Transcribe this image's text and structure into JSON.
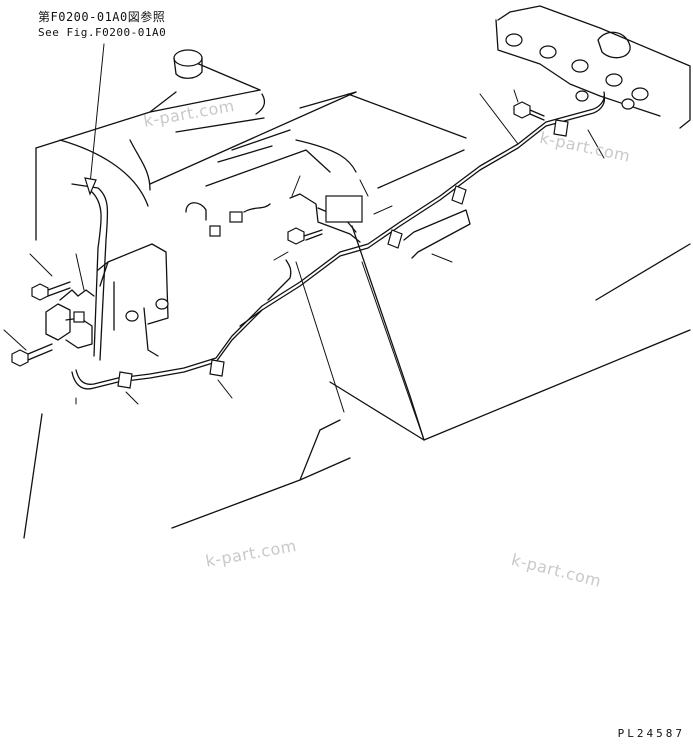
{
  "reference": {
    "japanese": "第F0200-01A0図参照",
    "english": "See Fig.F0200-01A0"
  },
  "watermarks": [
    "k-part.com",
    "k-part.com",
    "k-part.com",
    "k-part.com"
  ],
  "plate_number": "PL24587"
}
